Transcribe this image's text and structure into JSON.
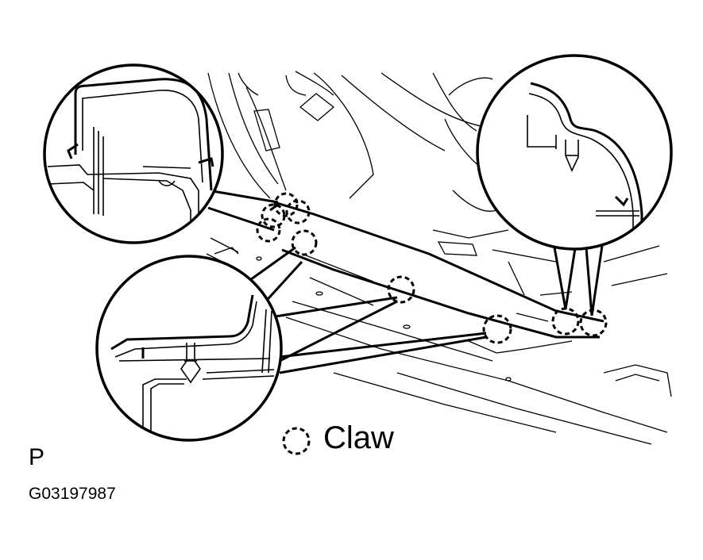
{
  "legend": {
    "symbol": "dashed-circle",
    "label": "Claw"
  },
  "corner_label": "P",
  "figure_code": "G03197987",
  "colors": {
    "line": "#000000",
    "background": "#ffffff"
  }
}
